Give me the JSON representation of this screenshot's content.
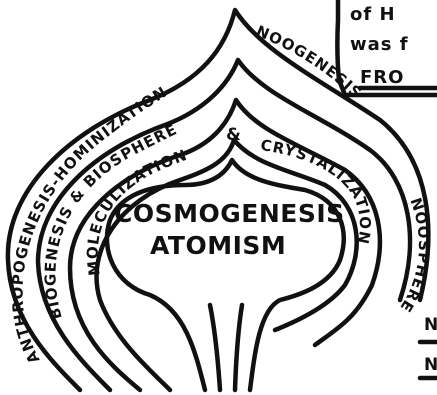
{
  "diagram": {
    "center_label_1": "COSMOGENESIS",
    "center_label_2": "ATOMISM",
    "left_outer": "ANTHROPOGENESIS-HOMINIZATION",
    "right_outer": "NOOGENESIS",
    "right_outer_2": "NOOSPHERE",
    "left_middle": "BIOGENESIS & BIOSPHERE",
    "middle_ampersand": "&",
    "left_inner": "MOLECULIZATION",
    "right_inner": "CRYSTALIZATION",
    "corner_box_line_1": "of H",
    "corner_box_line_2": "was f",
    "corner_box_line_3": "FRO",
    "edge_marks": [
      "N",
      "N"
    ]
  }
}
